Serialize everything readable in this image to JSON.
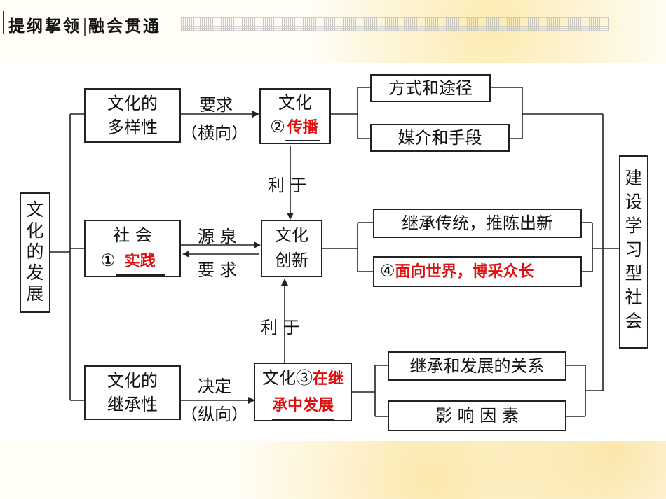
{
  "header": {
    "title_part1": "提纲挈领",
    "title_part2": "融会贯通"
  },
  "diagram": {
    "root": [
      "文",
      "化",
      "的",
      "发",
      "展"
    ],
    "diversity": {
      "line1": "文化的",
      "line2": "多样性"
    },
    "spread": {
      "line1": "文化",
      "num": "②",
      "answer": "传播"
    },
    "req_h": {
      "line1": "要求",
      "line2": "（横向）"
    },
    "methods": "方式和途径",
    "media": "媒介和手段",
    "benefit_top": "利  于",
    "society": {
      "line1": "社  会",
      "num": "①",
      "answer": "实践"
    },
    "source": "源  泉",
    "require": "要  求",
    "innovation": {
      "line1": "文化",
      "line2": "创新"
    },
    "inherit_trad": "继承传统，推陈出新",
    "world": {
      "num": "④",
      "answer": "面向世界，博采众长"
    },
    "benefit_bottom": "利  于",
    "inheritance": {
      "line1": "文化的",
      "line2": "继承性"
    },
    "decide": {
      "line1": "决定",
      "line2": "（纵向）"
    },
    "develop": {
      "line1": "文化",
      "num": "③",
      "answer1": "在继",
      "answer2": "承中发展"
    },
    "relation": "继承和发展的关系",
    "factors": "影 响 因 素",
    "learning": [
      "建",
      "设",
      "学",
      "习",
      "型",
      "社",
      "会"
    ]
  }
}
